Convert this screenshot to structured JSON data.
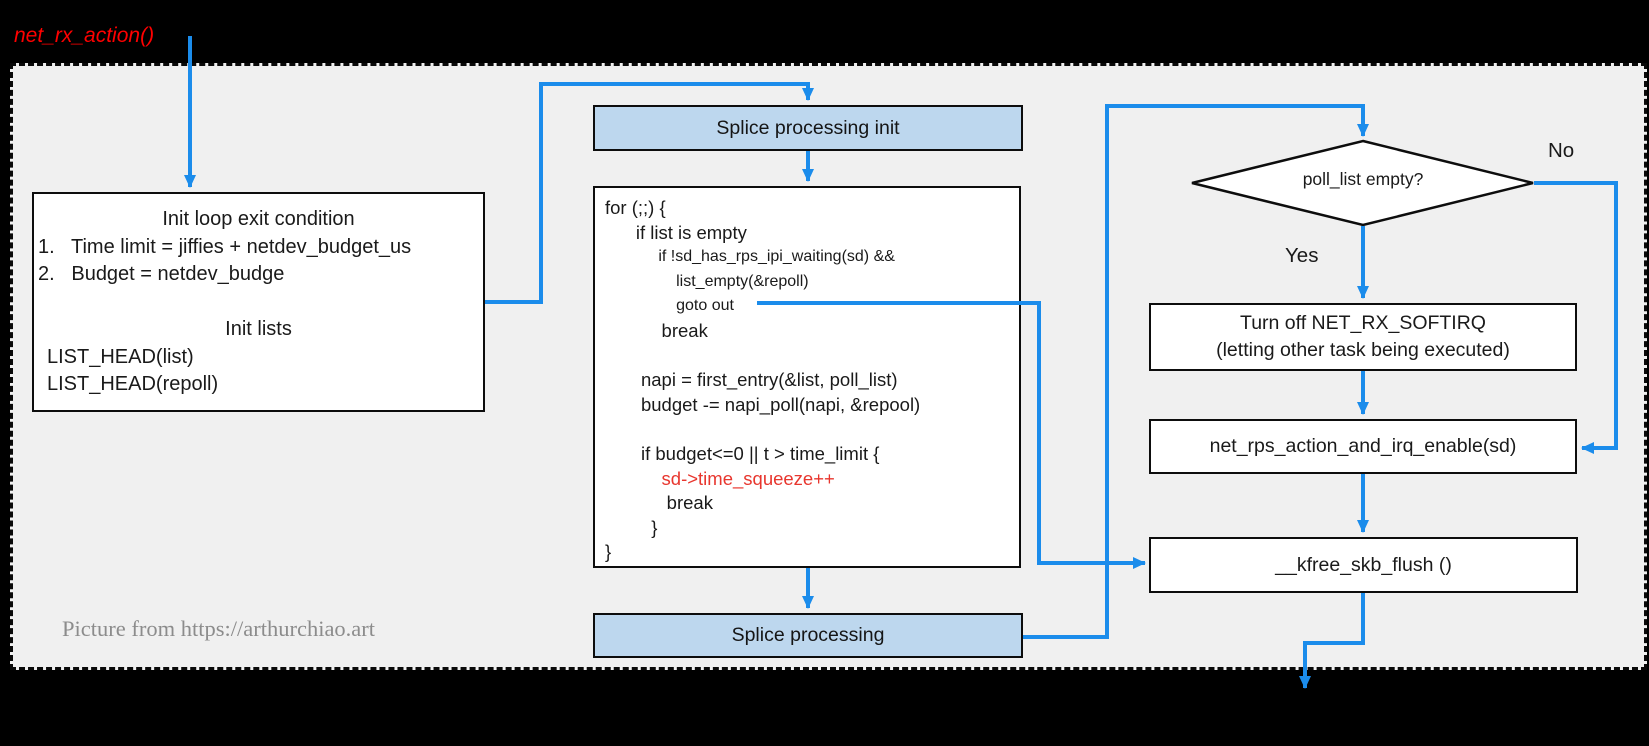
{
  "title": "net_rx_action()",
  "watermark": "Picture from https://arthurchiao.art",
  "colors": {
    "arrow_blue": "#1b8ceb",
    "process_fill_blue": "#bdd7ee",
    "canvas_bg": "#f0f0f0",
    "outer_bg": "#000000",
    "title_red": "#ff0000",
    "code_highlight_red": "#e8362e",
    "watermark_gray": "#8c8c8c"
  },
  "left_box": {
    "lines": [
      "Init loop exit condition",
      "1.   Time limit = jiffies + netdev_budget_us",
      "2.   Budget = netdev_budge",
      "",
      "Init lists",
      "LIST_HEAD(list)",
      "LIST_HEAD(repoll)"
    ]
  },
  "splice_init_box": {
    "label": "Splice processing init"
  },
  "code_box": {
    "lines": [
      "for (;;) {",
      "      if list is empty",
      "            if !sd_has_rps_ipi_waiting(sd) &&",
      "                list_empty(&repoll)",
      "                goto out",
      "           break",
      "",
      "       napi = first_entry(&list, poll_list)",
      "       budget -= napi_poll(napi, &repool)",
      "",
      "       if budget<=0 || t > time_limit {",
      "           sd->time_squeeze++",
      "            break",
      "         }",
      "}"
    ]
  },
  "splice_box": {
    "label": "Splice processing"
  },
  "diamond": {
    "label": "poll_list empty?",
    "yes_label": "Yes",
    "no_label": "No"
  },
  "turn_off_box": {
    "line1": "Turn off NET_RX_SOFTIRQ",
    "line2": "(letting other task being executed)"
  },
  "net_rps_box": {
    "label": "net_rps_action_and_irq_enable(sd)"
  },
  "kfree_box": {
    "label": "__kfree_skb_flush ()"
  }
}
